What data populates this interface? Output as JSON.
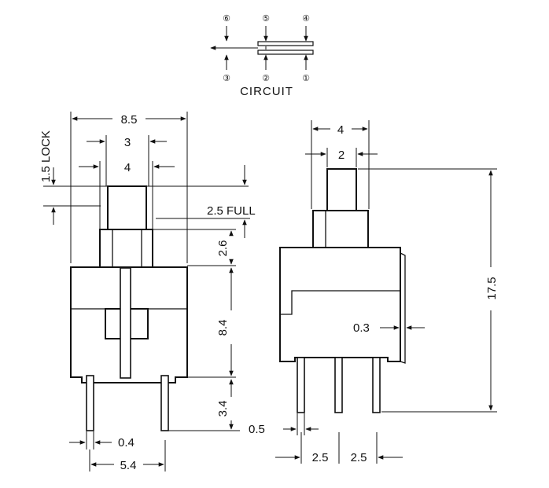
{
  "circuit": {
    "title": "CIRCUIT",
    "pins_top": [
      "⑥",
      "⑤",
      "④"
    ],
    "pins_bottom": [
      "③",
      "②",
      "①"
    ]
  },
  "front": {
    "width": "8.5",
    "pin_pitch": "3",
    "stem_width": "4",
    "lock": "1.5 LOCK",
    "full": "2.5 FULL",
    "collar": "2.6",
    "body_height": "8.4",
    "pin_length": "3.4",
    "pin_width": "0.4",
    "pin_span": "5.4"
  },
  "side": {
    "collar_width": "4",
    "stem_width": "2",
    "total_height": "17.5",
    "offset": "0.3",
    "pin_thickness": "0.5",
    "pitch_left": "2.5",
    "pitch_right": "2.5"
  }
}
